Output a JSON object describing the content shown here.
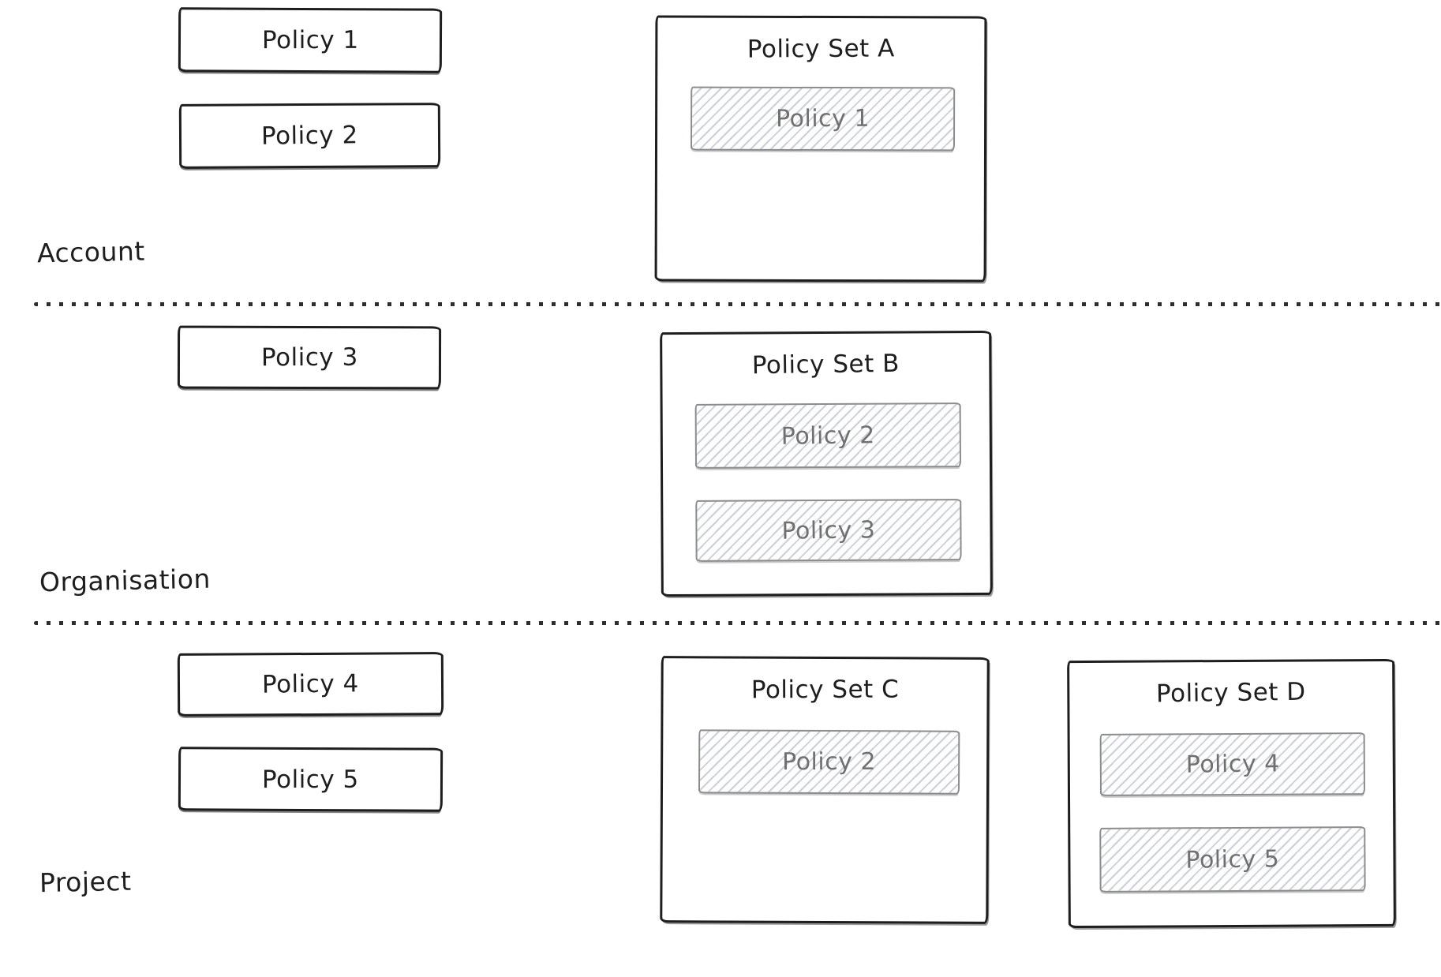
{
  "colors": {
    "stroke": "#1e1e1e",
    "hatch_border": "#8c8c8c",
    "hatch_line": "#ccd1d8",
    "hatch_text": "#707070",
    "divider": "#2e2e2e",
    "bg": "#ffffff"
  },
  "sections": [
    {
      "id": "account",
      "label": "Account",
      "policies": [
        "Policy 1",
        "Policy 2"
      ],
      "policy_sets": [
        {
          "title": "Policy Set A",
          "members": [
            "Policy 1"
          ]
        }
      ]
    },
    {
      "id": "organisation",
      "label": "Organisation",
      "policies": [
        "Policy 3"
      ],
      "policy_sets": [
        {
          "title": "Policy Set B",
          "members": [
            "Policy 2",
            "Policy 3"
          ]
        }
      ]
    },
    {
      "id": "project",
      "label": "Project",
      "policies": [
        "Policy 4",
        "Policy 5"
      ],
      "policy_sets": [
        {
          "title": "Policy Set C",
          "members": [
            "Policy 2"
          ]
        },
        {
          "title": "Policy Set D",
          "members": [
            "Policy 4",
            "Policy 5"
          ]
        }
      ]
    }
  ]
}
